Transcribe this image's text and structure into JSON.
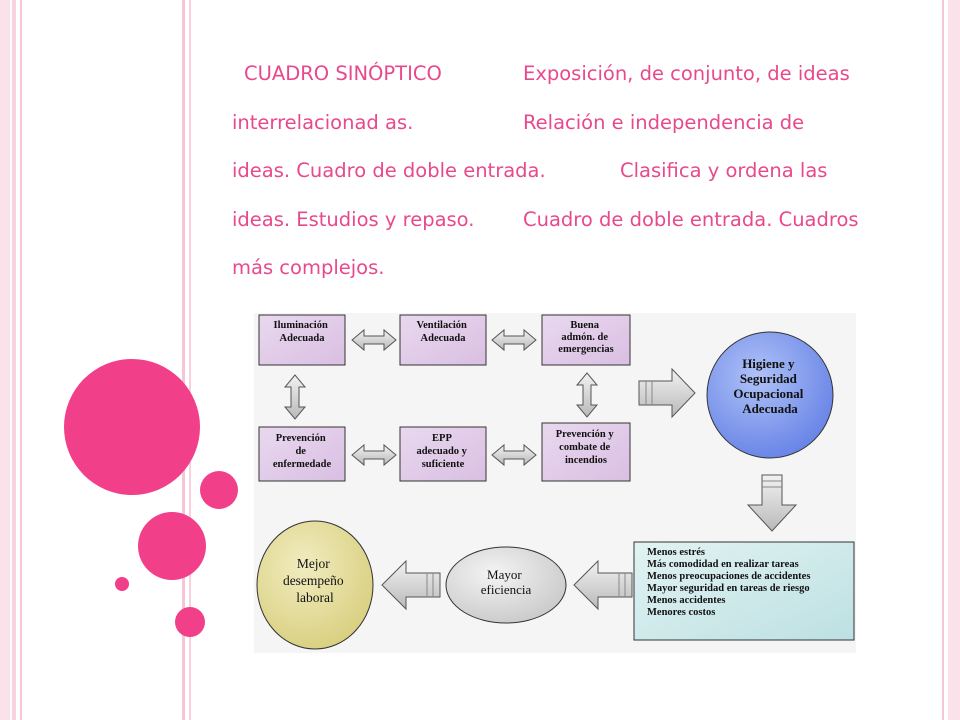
{
  "slide": {
    "text_lines": [
      {
        "left": "CUADRO SINÓPTICO",
        "right": "Exposición, de conjunto, de ideas"
      },
      {
        "left": "interrelacionad as.",
        "right": "Relación e independencia de"
      },
      {
        "left": "ideas. Cuadro de doble entrada.",
        "right": "Clasifica y ordena las"
      },
      {
        "left": "ideas. Estudios y repaso.",
        "right": "Cuadro de doble entrada. Cuadros"
      },
      {
        "left": "más complejos.",
        "right": ""
      }
    ]
  },
  "diagram": {
    "boxes": {
      "iluminacion": [
        "Iluminación",
        "Adecuada"
      ],
      "ventilacion": [
        "Ventilación",
        "Adecuada"
      ],
      "buena_admon": [
        "Buena",
        "admón. de",
        "emergencias"
      ],
      "prevencion_enf": [
        "Prevención",
        "de",
        "enfermedade"
      ],
      "epp": [
        "EPP",
        "adecuado y",
        "suficiente"
      ],
      "prevencion_inc": [
        "Prevención y",
        "combate de",
        "incendios"
      ]
    },
    "higiene": [
      "Higiene y",
      "Seguridad",
      "Ocupacional",
      "Adecuada"
    ],
    "benefits": [
      "Menos estrés",
      "Más comodidad en realizar tareas",
      "Menos preocupaciones de accidentes",
      "Mayor seguridad en tareas de riesgo",
      "Menos accidentes",
      "Menores costos"
    ],
    "eficiencia": [
      "Mayor",
      "eficiencia"
    ],
    "desempeno": [
      "Mejor",
      "desempeño",
      "laboral"
    ]
  },
  "colors": {
    "accent": "#e8498c",
    "circle": "#f23f8a",
    "stripe": "#f6c5d7",
    "box_fill": "#e6d2ec",
    "blue_ellipse": "#7b97ee",
    "teal_box": "#cfe9ea",
    "grey_ellipse": "#dedede",
    "tan_ellipse": "#e5df9c"
  }
}
